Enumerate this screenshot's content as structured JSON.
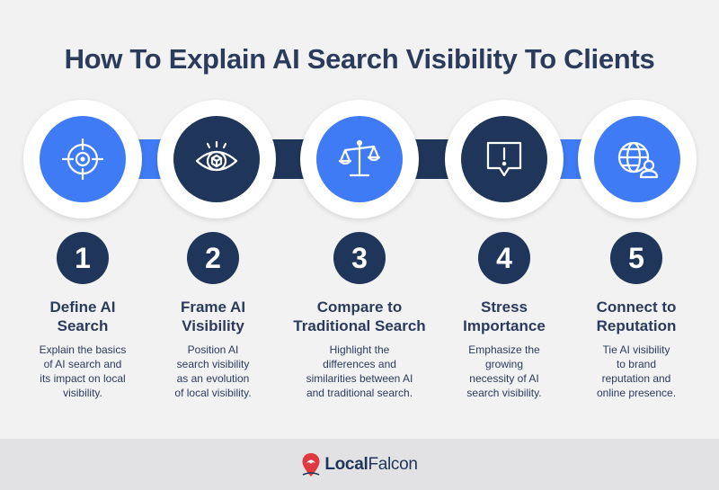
{
  "title": "How To Explain AI Search Visibility To Clients",
  "steps": [
    {
      "number": "1",
      "heading_line1": "Define AI",
      "heading_line2": "Search",
      "desc_lines": [
        "Explain the basics",
        "of AI search and",
        "its impact on local",
        "visibility."
      ],
      "icon": "target-icon",
      "style": "blue"
    },
    {
      "number": "2",
      "heading_line1": "Frame AI",
      "heading_line2": "Visibility",
      "desc_lines": [
        "Position AI",
        "search visibility",
        "as an evolution",
        "of local visibility."
      ],
      "icon": "eye-icon",
      "style": "navy"
    },
    {
      "number": "3",
      "heading_line1": "Compare to",
      "heading_line2": "Traditional Search",
      "desc_lines": [
        "Highlight the",
        "differences and",
        "similarities between AI",
        "and traditional search."
      ],
      "icon": "scale-icon",
      "style": "blue"
    },
    {
      "number": "4",
      "heading_line1": "Stress",
      "heading_line2": "Importance",
      "desc_lines": [
        "Emphasize the",
        "growing",
        "necessity of AI",
        "search visibility."
      ],
      "icon": "alert-icon",
      "style": "navy"
    },
    {
      "number": "5",
      "heading_line1": "Connect to",
      "heading_line2": "Reputation",
      "desc_lines": [
        "Tie AI visibility",
        "to brand",
        "reputation and",
        "online presence."
      ],
      "icon": "globe-user-icon",
      "style": "blue"
    }
  ],
  "footer": {
    "logo_bold": "Local",
    "logo_regular": "Falcon",
    "logo_icon": "map-pin-icon"
  },
  "colors": {
    "blue": "#3f7bf4",
    "navy": "#1f3559",
    "background": "#f2f2f3",
    "accent_red": "#e0383e"
  }
}
